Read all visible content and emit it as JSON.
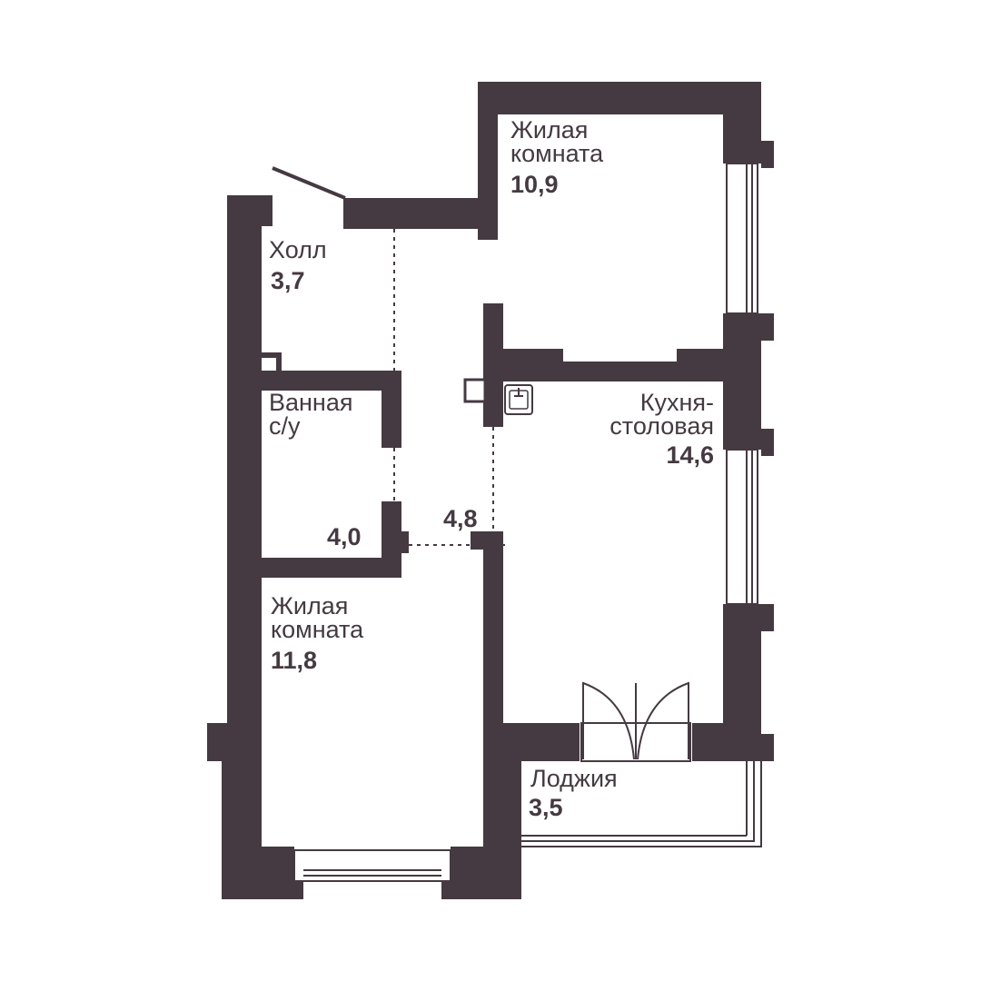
{
  "rooms": {
    "living_top": {
      "name_line1": "Жилая",
      "name_line2": "комната",
      "area": "10,9"
    },
    "hall": {
      "name": "Холл",
      "area": "3,7"
    },
    "bath": {
      "name_line1": "Ванная",
      "name_line2": "с/у",
      "area": "4,0"
    },
    "corridor": {
      "area": "4,8"
    },
    "kitchen": {
      "name_line1": "Кухня-",
      "name_line2": "столовая",
      "area": "14,6"
    },
    "living_bottom": {
      "name_line1": "Жилая",
      "name_line2": "комната",
      "area": "11,8"
    },
    "loggia": {
      "name": "Лоджия",
      "area": "3,5"
    }
  },
  "colors": {
    "wall": "#453a41",
    "background": "#ffffff"
  }
}
